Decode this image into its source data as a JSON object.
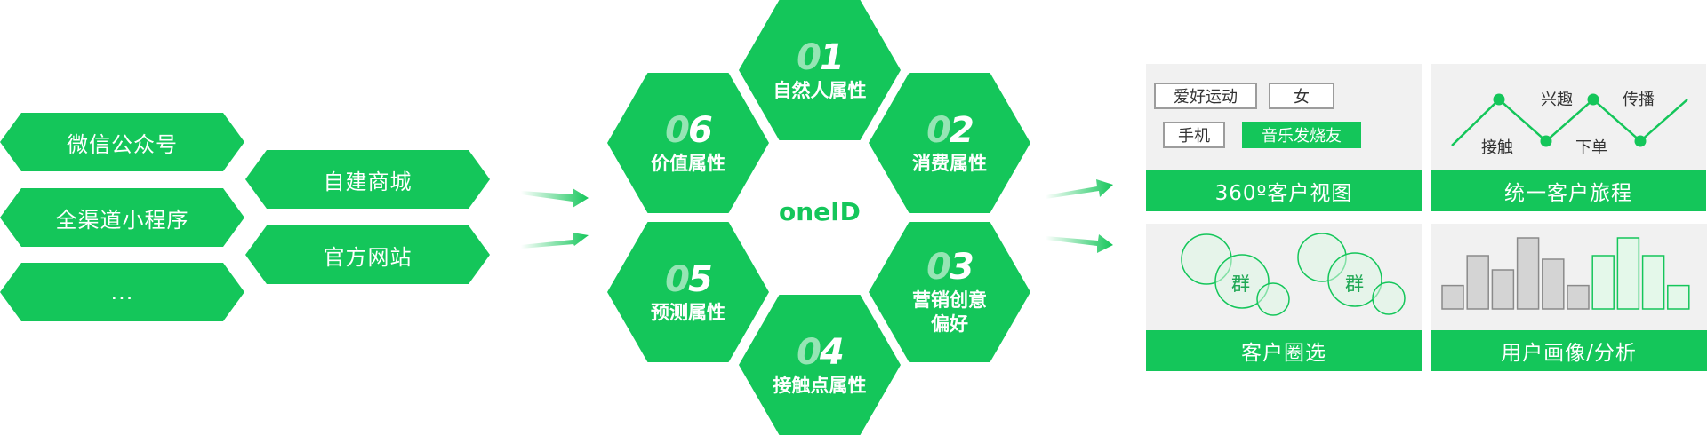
{
  "sources": [
    {
      "label": "微信公众号"
    },
    {
      "label": "自建商城"
    },
    {
      "label": "全渠道小程序"
    },
    {
      "label": "官方网站"
    },
    {
      "label": "..."
    }
  ],
  "center_label": "oneID",
  "hexagons": [
    {
      "num_prefix": "0",
      "num_digit": "1",
      "label": "自然人属性"
    },
    {
      "num_prefix": "0",
      "num_digit": "2",
      "label": "消费属性"
    },
    {
      "num_prefix": "0",
      "num_digit": "3",
      "label_line1": "营销创意",
      "label_line2": "偏好"
    },
    {
      "num_prefix": "0",
      "num_digit": "4",
      "label": "接触点属性"
    },
    {
      "num_prefix": "0",
      "num_digit": "5",
      "label": "预测属性"
    },
    {
      "num_prefix": "0",
      "num_digit": "6",
      "label": "价值属性"
    }
  ],
  "panels": {
    "view360": {
      "caption": "360º客户视图",
      "tags": [
        "爱好运动",
        "女",
        "手机",
        "音乐发烧友"
      ]
    },
    "journey": {
      "caption": "统一客户旅程",
      "labels": [
        "兴趣",
        "传播",
        "接触",
        "下单"
      ]
    },
    "circle": {
      "caption": "客户圈选",
      "group_label": "群"
    },
    "portrait": {
      "caption": "用户画像/分析",
      "bar_levels": [
        0.33,
        0.75,
        0.55,
        1.0,
        0.7,
        0.33,
        0.75,
        1.0,
        0.75,
        0.33
      ]
    }
  },
  "colors": {
    "brand_green": "#14c65a",
    "panel_bg": "#f1f1f1",
    "tag_border": "#9c9c9c",
    "bar_grey": "#d4d4d4",
    "bar_green_fill": "#e4f8ea"
  }
}
